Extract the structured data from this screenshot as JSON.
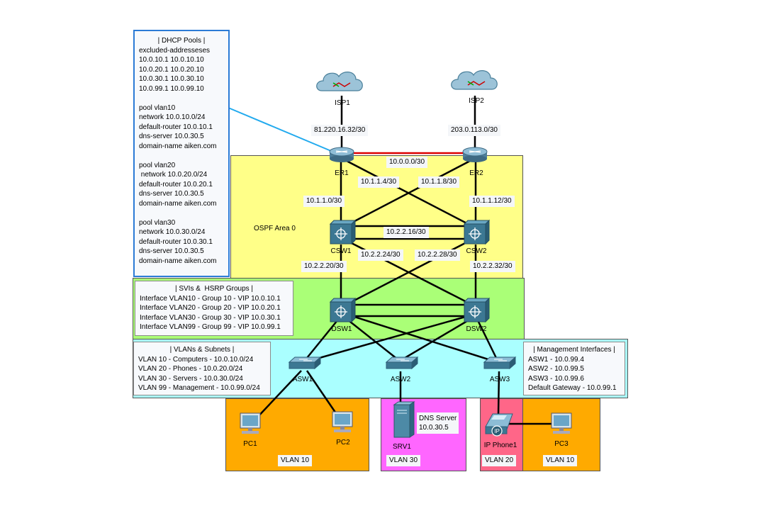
{
  "dhcp_note": {
    "header": "| DHCP Pools |",
    "lines": [
      "excluded-addresseses",
      "10.0.10.1 10.0.10.10",
      "10.0.20.1 10.0.20.10",
      "10.0.30.1 10.0.30.10",
      "10.0.99.1 10.0.99.10",
      "",
      "pool vlan10",
      "network 10.0.10.0/24",
      "default-router 10.0.10.1",
      "dns-server 10.0.30.5",
      "domain-name aiken.com",
      "",
      "pool vlan20",
      " network 10.0.20.0/24",
      "default-router 10.0.20.1",
      "dns-server 10.0.30.5",
      "domain-name aiken.com",
      "",
      "pool vlan30",
      "network 10.0.30.0/24",
      "default-router 10.0.30.1",
      "dns-server 10.0.30.5",
      "domain-name aiken.com"
    ]
  },
  "svi_note": {
    "header": "| SVIs &  HSRP Groups |",
    "lines": [
      "Interface VLAN10 - Group 10 - VIP 10.0.10.1",
      "Interface VLAN20 - Group 20 - VIP 10.0.20.1",
      "Interface VLAN30 - Group 30 - VIP 10.0.30.1",
      "Interface VLAN99 - Group 99 - VIP 10.0.99.1"
    ]
  },
  "vlan_note": {
    "header": "| VLANs & Subnets |",
    "lines": [
      "VLAN 10 - Computers - 10.0.10.0/24",
      "VLAN 20 - Phones - 10.0.20.0/24",
      "VLAN 30 - Servers - 10.0.30.0/24",
      "VLAN 99 - Management - 10.0.99.0/24"
    ]
  },
  "mgmt_note": {
    "header": "| Management Interfaces |",
    "lines": [
      "ASW1 - 10.0.99.4",
      "ASW2 - 10.0.99.5",
      "ASW3 - 10.0.99.6",
      "Default Gateway - 10.0.99.1"
    ]
  },
  "area_label": "OSPF Area 0",
  "devices": {
    "isp1": "ISP1",
    "isp2": "ISP2",
    "er1": "ER1",
    "er2": "ER2",
    "csw1": "CSW1",
    "csw2": "CSW2",
    "dsw1": "DSW1",
    "dsw2": "DSW2",
    "asw1": "ASW1",
    "asw2": "ASW2",
    "asw3": "ASW3",
    "pc1": "PC1",
    "pc2": "PC2",
    "pc3": "PC3",
    "srv1": "SRV1",
    "phone1": "IP Phone1"
  },
  "subnets": {
    "isp1_er1": "81.220.16.32/30",
    "isp2_er2": "203.0.113.0/30",
    "er1_er2": "10.0.0.0/30",
    "er1_csw2": "10.1.1.4/30",
    "er2_csw1": "10.1.1.8/30",
    "er1_csw1": "10.1.1.0/30",
    "er2_csw2": "10.1.1.12/30",
    "csw1_csw2": "10.2.2.16/30",
    "csw1_dsw1": "10.2.2.20/30",
    "csw1_dsw2": "10.2.2.24/30",
    "csw2_dsw1": "10.2.2.28/30",
    "csw2_dsw2": "10.2.2.32/30"
  },
  "dns_label": "DNS Server\n10.0.30.5",
  "dns_line1": "DNS Server",
  "dns_line2": "10.0.30.5",
  "vlan_tags": {
    "pcs": "VLAN 10",
    "srv": "VLAN 30",
    "phone": "VLAN 20",
    "pc3": "VLAN 10"
  },
  "colors": {
    "ospf_zone": "#ffff88",
    "distribution_zone": "#aaff77",
    "access_zone": "#aaffff",
    "vlan10_zone": "#ffaa00",
    "vlan30_zone": "#ff66ff",
    "vlan20_zone": "#ff6688",
    "dhcp_note_border": "#2b7bd6",
    "dhcp_pointer": "#22aaee",
    "er_link": "#dd0000"
  }
}
